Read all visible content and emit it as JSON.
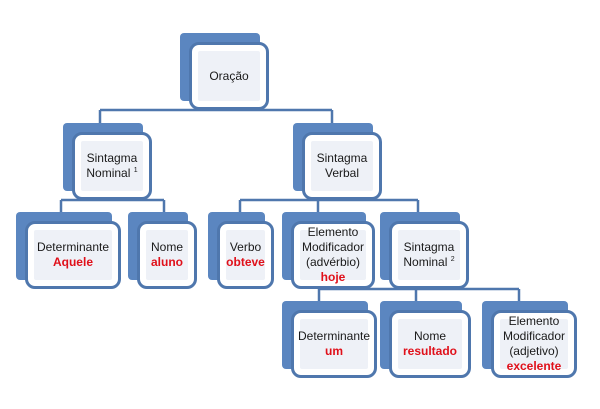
{
  "diagram": {
    "root": {
      "label": "Oração"
    },
    "sn1": {
      "label": "Sintagma",
      "label2": "Nominal",
      "sup": "1"
    },
    "sv": {
      "label": "Sintagma",
      "label2": "Verbal"
    },
    "det1": {
      "label": "Determinante",
      "word": "Aquele"
    },
    "nome1": {
      "label": "Nome",
      "word": "aluno"
    },
    "verbo": {
      "label": "Verbo",
      "word": "obteve"
    },
    "em_adv": {
      "label": "Elemento",
      "label2": "Modificador",
      "label3": "(advérbio)",
      "word": "hoje"
    },
    "sn2": {
      "label": "Sintagma",
      "label2": "Nominal",
      "sup": "2"
    },
    "det2": {
      "label": "Determinante",
      "word": "um"
    },
    "nome2": {
      "label": "Nome",
      "word": "resultado"
    },
    "em_adj": {
      "label": "Elemento",
      "label2": "Modificador",
      "label3": "(adjetivo)",
      "word": "excelente"
    }
  }
}
